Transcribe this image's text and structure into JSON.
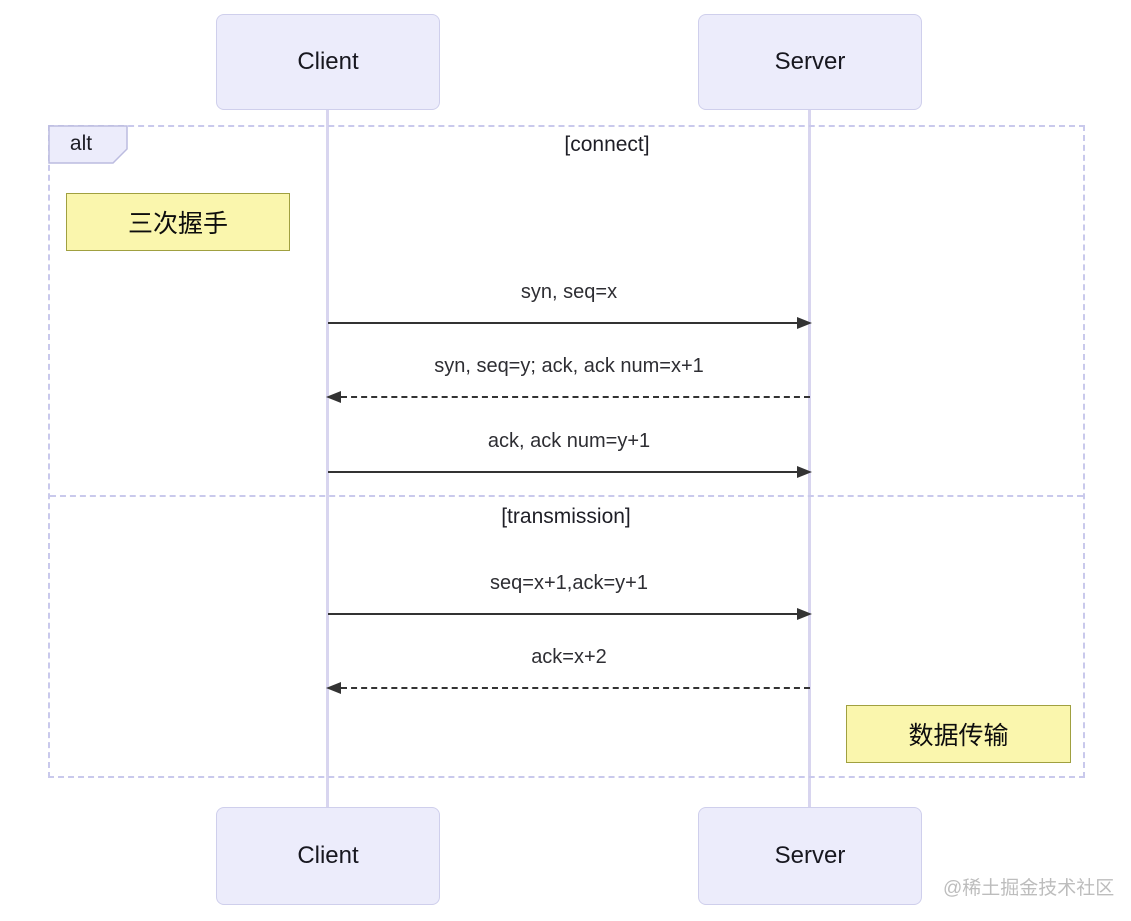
{
  "diagram_title": "TCP three-way handshake sequence diagram",
  "actors": [
    {
      "label": "Client"
    },
    {
      "label": "Server"
    }
  ],
  "frame": {
    "operator": "alt",
    "sections": [
      {
        "label": "[connect]"
      },
      {
        "label": "[transmission]"
      }
    ]
  },
  "notes": [
    {
      "text": "三次握手",
      "side": "left of Client"
    },
    {
      "text": "数据传输",
      "side": "right of Server"
    }
  ],
  "messages": [
    {
      "text": "syn, seq=x",
      "from": "Client",
      "to": "Server",
      "line": "solid"
    },
    {
      "text": "syn, seq=y; ack, ack num=x+1",
      "from": "Server",
      "to": "Client",
      "line": "dashed"
    },
    {
      "text": "ack, ack num=y+1",
      "from": "Client",
      "to": "Server",
      "line": "solid"
    },
    {
      "text": "seq=x+1,ack=y+1",
      "from": "Client",
      "to": "Server",
      "line": "solid"
    },
    {
      "text": "ack=x+2",
      "from": "Server",
      "to": "Client",
      "line": "dashed"
    }
  ],
  "watermark": {
    "text": "@稀土掘金技术社区"
  },
  "colors": {
    "actor_fill": "#ececfb",
    "actor_border": "#cfcfec",
    "lifeline": "#d8d5ef",
    "frame_border": "#c9c9ec",
    "note_fill": "#faf6ad",
    "note_border": "#a0a040",
    "arrow": "#333333",
    "text": "#2e2e33",
    "watermark_gray": "#919191"
  }
}
